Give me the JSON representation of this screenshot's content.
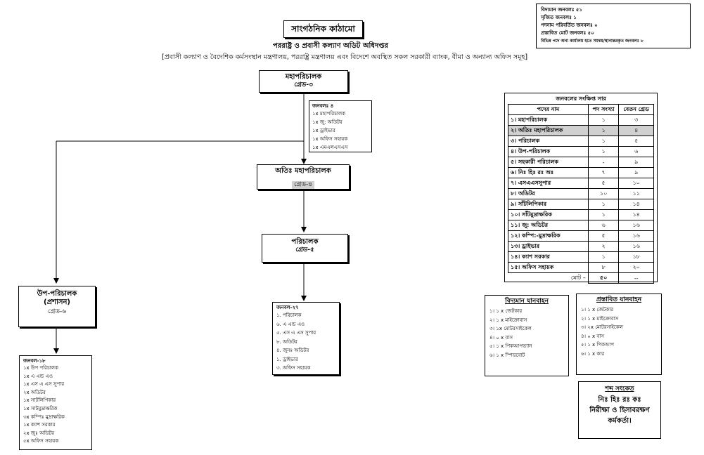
{
  "title": "সাংগঠনিক কাঠামো",
  "subtitle": "পররাষ্ট্র ও প্রবাসী কল্যাণ অডিট অধিদপ্তর",
  "scope": "[প্রবাসী কল্যাণ ও বৈদেশিক কর্মসংস্থান মন্ত্রণালয়, পররাষ্ট্র মন্ত্রণালয় এবং বিদেশে অবস্থিত সকল সরকারী ব্যাংক, বীমা ও অন্যান্য অফিস সমূহ]",
  "legend_top": [
    "বিদ্যমান জনবলঃ ৫১",
    "সৃজিত জনবলঃ ১",
    "পদনাম পরিবর্তিত জনবলঃ ০",
    "প্রস্তাবিত মোট জনবলঃ ৫০",
    "বিভিন্ন পদে অন্য কার্যালয় হতে সমন্বয়/স্থানান্তরকৃত জনবলঃ ৮"
  ],
  "nodes": {
    "dg": {
      "title": "মহাপরিচালক",
      "grade": "গ্রেড-৩"
    },
    "dg_staff": {
      "header": "জনবলঃ ৪",
      "items": [
        "১x মহাপরিচালক",
        "১x জু: অডিটর",
        "১x ড্রাইভার",
        "১x অফিস সহায়ক",
        "১x এমএলএসএস"
      ]
    },
    "adg": {
      "title": "অতিঃ মহাপরিচালক",
      "grade": "গ্রেড-৪"
    },
    "director": {
      "title": "পরিচালক",
      "grade": "গ্রেড-৫"
    },
    "director_staff": {
      "header": "জনবল-২৭",
      "items": [
        "১. পরিচালক",
        "৬. এ এন্ড এও",
        "৫. এস এ এস সুপার",
        "৮. অডিটর",
        "৪. জুনঃ অডিটর",
        "১. ড্রাইভার",
        "৩. অফিস সহায়ক"
      ]
    },
    "deputy": {
      "title": "উপ-পরিচালক",
      "subtitle": "(প্রশাসন)",
      "grade": "গ্রেড-৬"
    },
    "deputy_staff": {
      "header": "জনবল-১৮",
      "items": [
        "১x উপ পরিচালক",
        "১x এ এন্ড এও",
        "১x এস এ এস সুপার",
        "২x অডিটর",
        "১x সাটলিপিকার",
        "১x সাটমুদ্রাক্ষরিক",
        "৩x কম্পিঃ মুদ্রাক্ষরিক",
        "১x ক্যাশ সরকার",
        "২x জুঃ অডিটর",
        "৫x অফিস সহায়ক"
      ]
    }
  },
  "summary": {
    "title": "জনবলের সংক্ষিপ্ত সার",
    "headers": [
      "পদের নাম",
      "পদ সংখ্যা",
      "বেতন গ্রেড"
    ],
    "rows": [
      [
        "১। মহাপরিচালক",
        "১",
        "৩"
      ],
      [
        "২। অতিঃ মহাপরিচালক",
        "১",
        "৪"
      ],
      [
        "৩। পরিচালক",
        "১",
        "৫"
      ],
      [
        "৪। উপ-পরিচালক",
        "১",
        "৬"
      ],
      [
        "৫।  সহকারী পরিচালক",
        "-",
        "৯"
      ],
      [
        "৬। নিঃ হিঃ রঃ অঃ",
        "৭",
        "৯"
      ],
      [
        "৭। এসএএসসুপার",
        "৫",
        "১০"
      ],
      [
        "৮। অডিটর",
        "১০",
        "১১"
      ],
      [
        "৯। সাঁটলিপিকার",
        "১",
        "১৪"
      ],
      [
        "১০। সাঁটমুদ্রাক্ষরিক",
        "১",
        "১৪"
      ],
      [
        "১১। জু: অডিটর",
        "৬",
        "১৬"
      ],
      [
        "১২। কম্পি:-মুদ্রাক্ষরিক",
        "৫",
        "১৬"
      ],
      [
        "১৩। ড্রাইভার",
        "২",
        "১৬"
      ],
      [
        "১৪। ক্যাশ সরকার",
        "১",
        "১৮"
      ],
      [
        "১৫। অফিস সহায়ক",
        "৮",
        "২০"
      ]
    ],
    "total_label": "মোট –",
    "total_count": "৫০",
    "total_grade": "--"
  },
  "vehicles_existing": {
    "title": "বিদ্যমান যানবাহন",
    "items": [
      "১। ১ x জেটকার",
      "২। ১ x মাইক্রোবাস",
      "৩। ১x মোটরসাইকেল",
      "৪। ০ x বাস",
      "৫। ১ x পিকআপভ্যান",
      "৬। ১ x স্পিডবোট"
    ]
  },
  "vehicles_proposed": {
    "title": "প্রস্তাবিত যানবাহন",
    "items": [
      "১। ১ x জেটকার",
      "২। ১ x মাইক্রোবাস",
      "৩। ২x মোটরসাইকেল",
      "৪। ০ x বাস",
      "৫। ১ x পিকআপ",
      "৬। ১ x কার"
    ]
  },
  "abbrev": {
    "title": "শব্দ সংকেত",
    "line1": "নিঃ হিঃ রঃ কঃ",
    "line2": "নিরীক্ষা ও হিসাবরক্ষণ",
    "line3": "কর্মকর্তা।"
  }
}
